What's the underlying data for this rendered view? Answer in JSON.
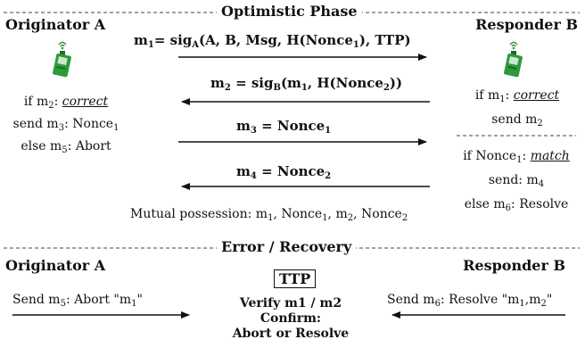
{
  "optimistic": {
    "title": "Optimistic Phase",
    "originator": "Originator A",
    "responder": "Responder B",
    "m1": {
      "name": "m",
      "sub": "1",
      "eq": "= sig",
      "sig_sub": "A",
      "body": "(A, B, Msg, H(Nonce",
      "n_sub": "1",
      "tail": "), TTP)"
    },
    "m2": {
      "name": "m",
      "sub": "2",
      "eq": " = sig",
      "sig_sub": "B",
      "body": "(m",
      "b_sub": "1",
      "body2": ", H(Nonce",
      "n_sub": "2",
      "tail": "))"
    },
    "m3": {
      "name": "m",
      "sub": "3",
      "eq": " = Nonce",
      "n_sub": "1"
    },
    "m4": {
      "name": "m",
      "sub": "4",
      "eq": " = Nonce",
      "n_sub": "2"
    },
    "a_logic": {
      "l1_pre": "if m",
      "l1_sub": "2",
      "l1_colon": ": ",
      "l1_em": "correct",
      "l2_pre": "send m",
      "l2_sub": "3",
      "l2_mid": ": Nonce",
      "l2_sub2": "1",
      "l3_pre": "else m",
      "l3_sub": "5",
      "l3_post": ": Abort"
    },
    "b_logic": {
      "l1_pre": "if m",
      "l1_sub": "1",
      "l1_colon": ": ",
      "l1_em": "correct",
      "l2_pre": "send m",
      "l2_sub": "2",
      "l3_pre": "if Nonce",
      "l3_sub": "1",
      "l3_colon": ": ",
      "l3_em": "match",
      "l4_pre": "send: m",
      "l4_sub": "4",
      "l5_pre": "else m",
      "l5_sub": "6",
      "l5_post": ": Resolve"
    },
    "mutual": {
      "pre": "Mutual possession: m",
      "s1": "1",
      "t1": ", Nonce",
      "s2": "1",
      "t2": ", m",
      "s3": "2",
      "t3": ", Nonce",
      "s4": "2"
    }
  },
  "recovery": {
    "title": "Error / Recovery",
    "originator": "Originator A",
    "responder": "Responder B",
    "ttp": "TTP",
    "send_a": {
      "pre": "Send m",
      "sub": "5",
      "post": ": Abort \"m",
      "q_sub": "1",
      "end": "\""
    },
    "send_b": {
      "pre": "Send m",
      "sub": "6",
      "post": ": Resolve \"m",
      "q_sub": "1",
      "mid": ",m",
      "q_sub2": "2",
      "end": "\""
    },
    "verify": "Verify m1 / m2",
    "confirm": "Confirm:",
    "outcome": "Abort or Resolve"
  },
  "colors": {
    "device": "#2e9a3a",
    "device_dark": "#1d6b27",
    "line": "#111111"
  },
  "icons": [
    "device-icon"
  ]
}
